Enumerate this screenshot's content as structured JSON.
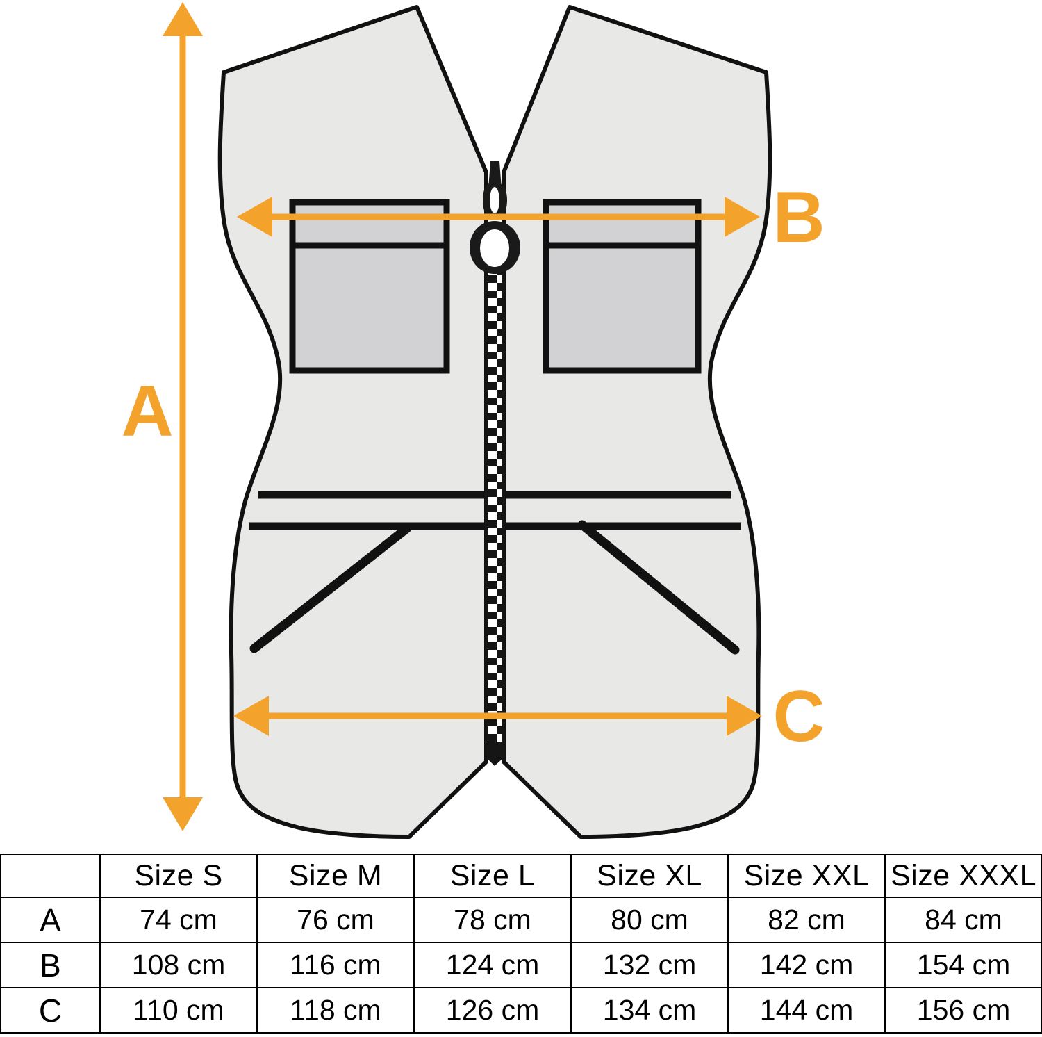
{
  "diagram": {
    "title": "Safety vest size measurement diagram",
    "colors": {
      "accent": "#F3A32B",
      "outline": "#111111",
      "body_fill": "#E8E8E6",
      "pocket_fill": "#D2D2D4",
      "pocket_flap_fill": "#D4D4D6",
      "zipper_dark": "#1A1A1A",
      "white": "#FFFFFF"
    },
    "measurement_markers": [
      {
        "id": "A",
        "label": "A",
        "orientation": "vertical",
        "meaning": "total length"
      },
      {
        "id": "B",
        "label": "B",
        "orientation": "horizontal",
        "meaning": "chest width"
      },
      {
        "id": "C",
        "label": "C",
        "orientation": "horizontal",
        "meaning": "hem width"
      }
    ],
    "garment_parts": [
      "left-chest-pocket",
      "right-chest-pocket",
      "front-zipper",
      "zipper-pull",
      "waist-band-stripe",
      "left-diagonal-seam",
      "right-diagonal-seam"
    ]
  },
  "table": {
    "corner_label": "",
    "columns": [
      "Size S",
      "Size M",
      "Size L",
      "Size XL",
      "Size XXL",
      "Size XXXL"
    ],
    "rows": [
      {
        "label": "A",
        "values": [
          "74 cm",
          "76 cm",
          "78 cm",
          "80 cm",
          "82 cm",
          "84 cm"
        ]
      },
      {
        "label": "B",
        "values": [
          "108 cm",
          "116 cm",
          "124 cm",
          "132 cm",
          "142 cm",
          "154 cm"
        ]
      },
      {
        "label": "C",
        "values": [
          "110 cm",
          "118 cm",
          "126 cm",
          "134 cm",
          "144 cm",
          "156 cm"
        ]
      }
    ]
  },
  "chart_data": {
    "type": "table",
    "title": "Vest size chart (cm)",
    "categories": [
      "Size S",
      "Size M",
      "Size L",
      "Size XL",
      "Size XXL",
      "Size XXXL"
    ],
    "series": [
      {
        "name": "A",
        "values": [
          74,
          76,
          78,
          80,
          82,
          84
        ]
      },
      {
        "name": "B",
        "values": [
          108,
          116,
          124,
          132,
          142,
          154
        ]
      },
      {
        "name": "C",
        "values": [
          110,
          118,
          126,
          134,
          144,
          156
        ]
      }
    ],
    "unit": "cm",
    "xlabel": "",
    "ylabel": ""
  }
}
